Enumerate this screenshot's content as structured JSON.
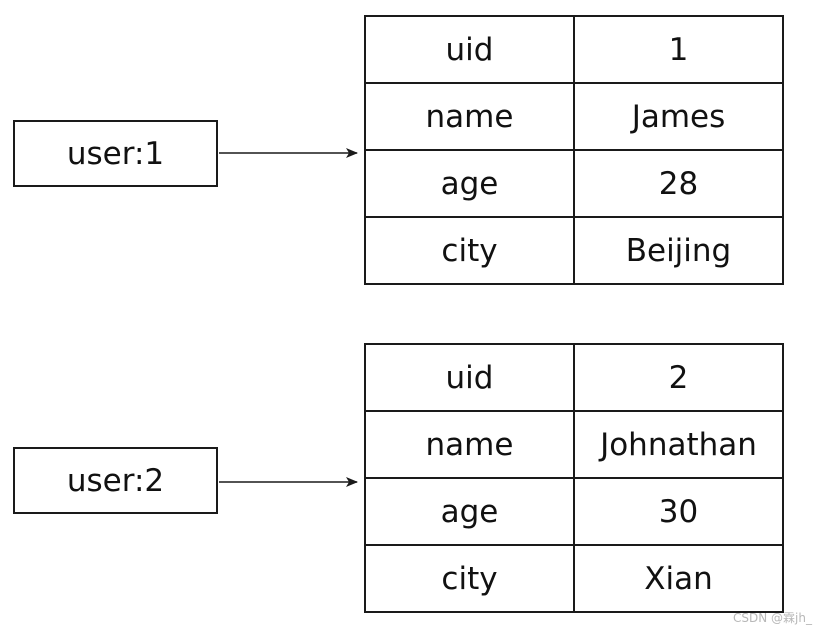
{
  "entries": [
    {
      "key": "user:1",
      "rows": [
        {
          "field": "uid",
          "value": "1"
        },
        {
          "field": "name",
          "value": "James"
        },
        {
          "field": "age",
          "value": "28"
        },
        {
          "field": "city",
          "value": "Beijing"
        }
      ]
    },
    {
      "key": "user:2",
      "rows": [
        {
          "field": "uid",
          "value": "2"
        },
        {
          "field": "name",
          "value": "Johnathan"
        },
        {
          "field": "age",
          "value": "30"
        },
        {
          "field": "city",
          "value": "Xian"
        }
      ]
    }
  ],
  "watermark": "CSDN @霖jh_",
  "colors": {
    "stroke": "#1a1a1a",
    "text": "#111111",
    "watermark": "#b8b8b8"
  }
}
